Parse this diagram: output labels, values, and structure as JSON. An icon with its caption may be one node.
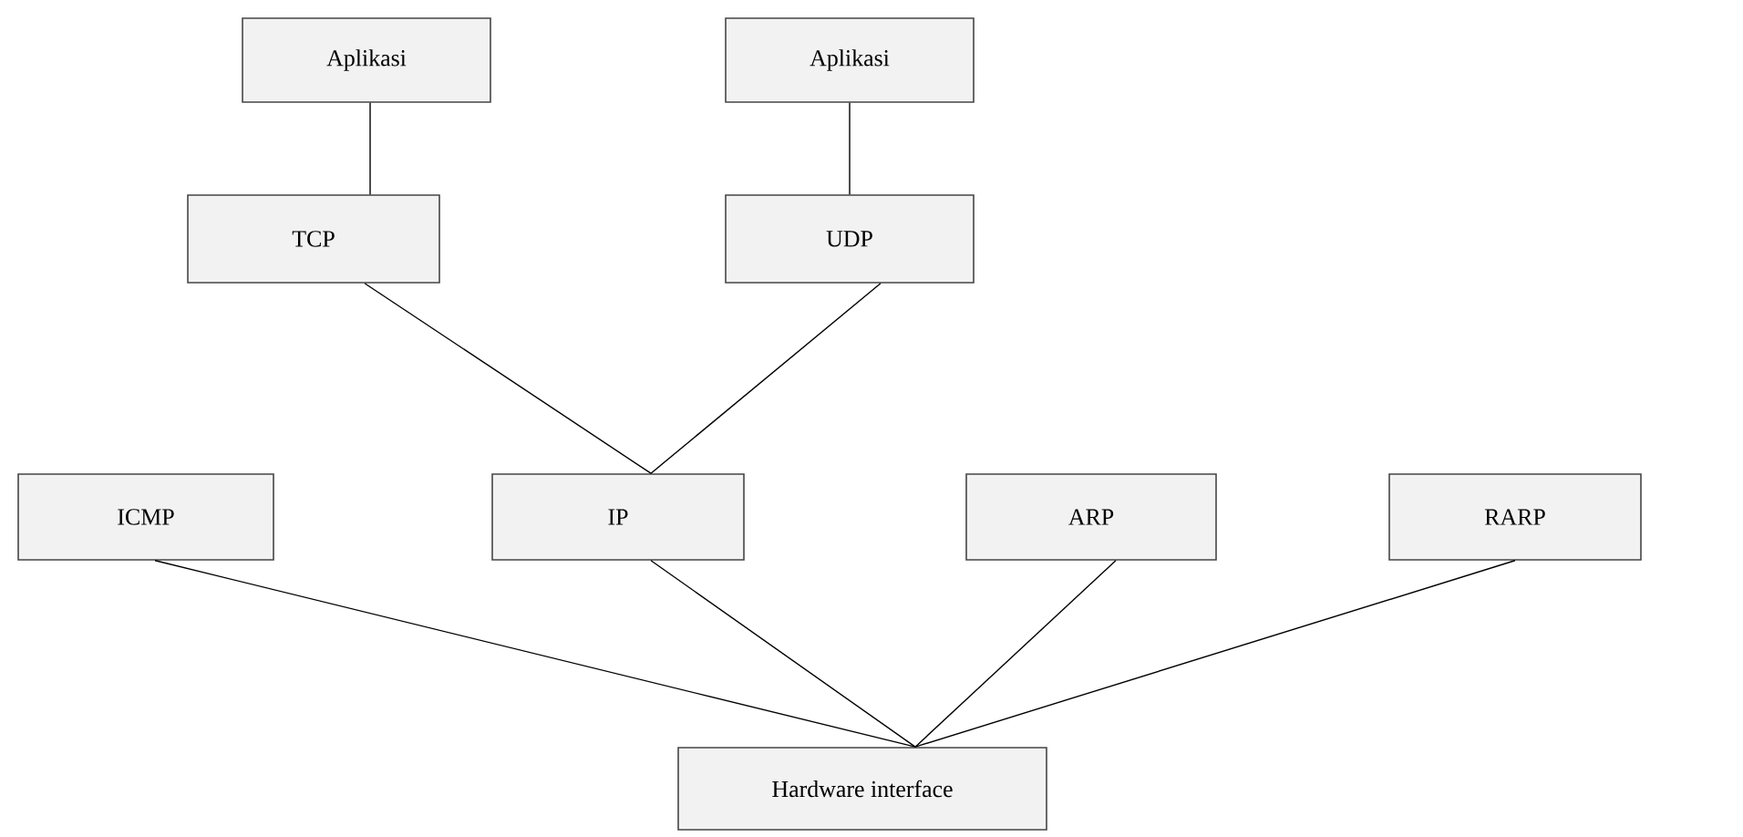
{
  "diagram": {
    "nodes": [
      {
        "text": [
          "Aplikasi"
        ]
      },
      {
        "text": [
          "Aplikasi"
        ]
      },
      {
        "text": [
          "TCP"
        ]
      },
      {
        "text": [
          "UDP"
        ]
      },
      {
        "text": [
          "ICMP"
        ]
      },
      {
        "text": [
          "IP"
        ]
      },
      {
        "text": [
          "ARP"
        ]
      },
      {
        "text": [
          "RARP"
        ]
      },
      {
        "text": [
          "Hardware interface"
        ]
      }
    ],
    "edges": [
      {
        "from": 0,
        "to": 2,
        "arrow": "none"
      },
      {
        "from": 1,
        "to": 3,
        "arrow": "none"
      },
      {
        "from": 2,
        "to": 5,
        "arrow": "none"
      },
      {
        "from": 3,
        "to": 5,
        "arrow": "none"
      },
      {
        "from": 4,
        "to": 8,
        "arrow": "none"
      },
      {
        "from": 5,
        "to": 8,
        "arrow": "none"
      },
      {
        "from": 6,
        "to": 8,
        "arrow": "none"
      },
      {
        "from": 7,
        "to": 8,
        "arrow": "none"
      }
    ]
  }
}
